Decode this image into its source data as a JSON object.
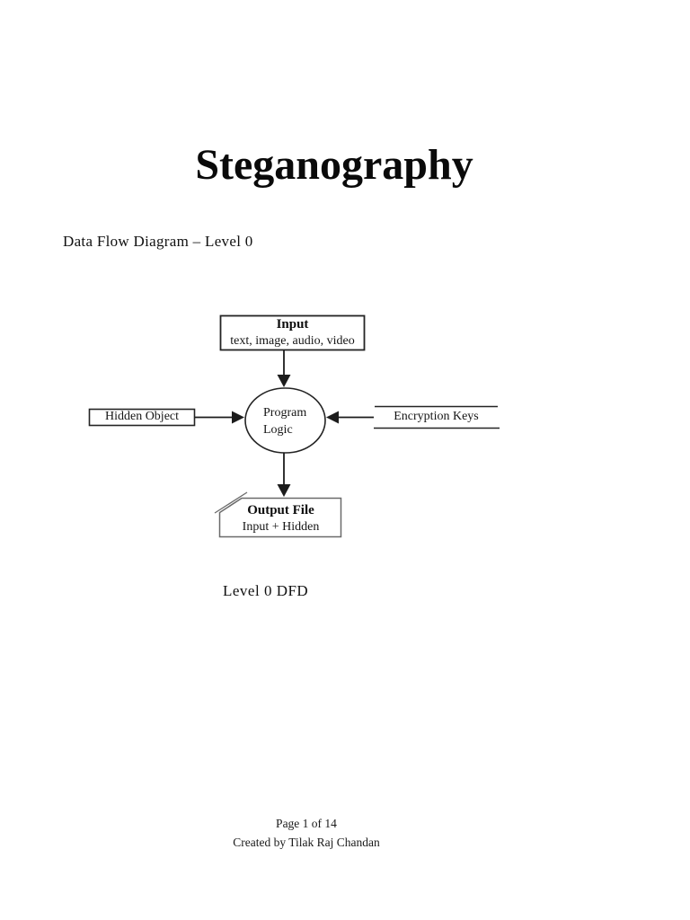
{
  "page": {
    "title": "Steganography",
    "section_heading": "Data Flow Diagram – Level 0",
    "caption": "Level 0 DFD",
    "footer": {
      "page_info": "Page 1 of 14",
      "credit": "Created by Tilak Raj Chandan"
    }
  },
  "diagram": {
    "type": "data-flow-diagram",
    "input_box": {
      "title": "Input",
      "subtitle": "text, image, audio, video"
    },
    "hidden_object": {
      "label": "Hidden Object"
    },
    "process": {
      "line1": "Program",
      "line2": "Logic"
    },
    "encryption_keys": {
      "label": "Encryption Keys"
    },
    "output_box": {
      "title": "Output File",
      "subtitle": "Input + Hidden"
    },
    "flows": [
      "Input -> Program Logic",
      "Hidden Object -> Program Logic",
      "Encryption Keys -> Program Logic",
      "Program Logic -> Output File"
    ],
    "colors": {
      "stroke": "#242424",
      "arrow": "#1c1c1c",
      "card_stroke": "#6a6a6a",
      "background": "#ffffff",
      "text": "#000000"
    }
  }
}
